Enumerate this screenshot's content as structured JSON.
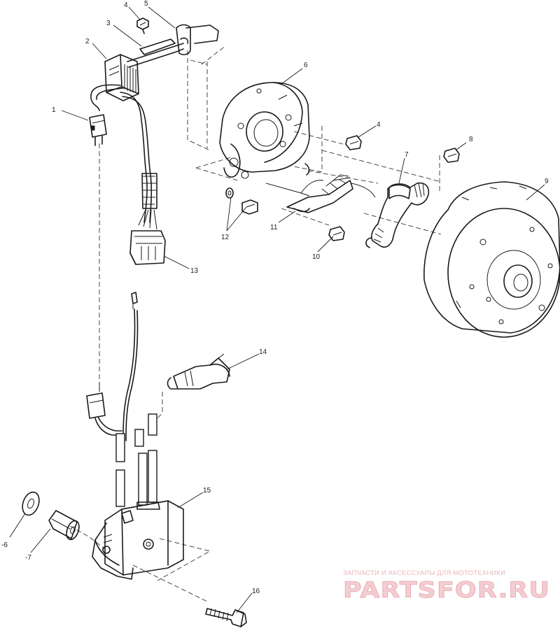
{
  "callouts": [
    {
      "id": "1",
      "text": "1"
    },
    {
      "id": "2",
      "text": "2"
    },
    {
      "id": "3",
      "text": "3"
    },
    {
      "id": "4a",
      "text": "4"
    },
    {
      "id": "5",
      "text": "5"
    },
    {
      "id": "6",
      "text": "6"
    },
    {
      "id": "4b",
      "text": "4"
    },
    {
      "id": "7",
      "text": "7"
    },
    {
      "id": "8",
      "text": "8"
    },
    {
      "id": "9",
      "text": "9"
    },
    {
      "id": "12",
      "text": "12"
    },
    {
      "id": "11",
      "text": "11"
    },
    {
      "id": "10",
      "text": "10"
    },
    {
      "id": "13",
      "text": "13"
    },
    {
      "id": "14",
      "text": "14"
    },
    {
      "id": "15",
      "text": "15"
    },
    {
      "id": "16",
      "text": "16"
    },
    {
      "id": "-6",
      "text": "-6"
    },
    {
      "id": "-7",
      "text": "-7"
    }
  ],
  "watermark": {
    "tagline": "ЗАПЧАСТИ И АКСЕССУАРЫ ДЛЯ МОТОТЕХНИКИ",
    "brand": "PARTSFOR.RU"
  }
}
